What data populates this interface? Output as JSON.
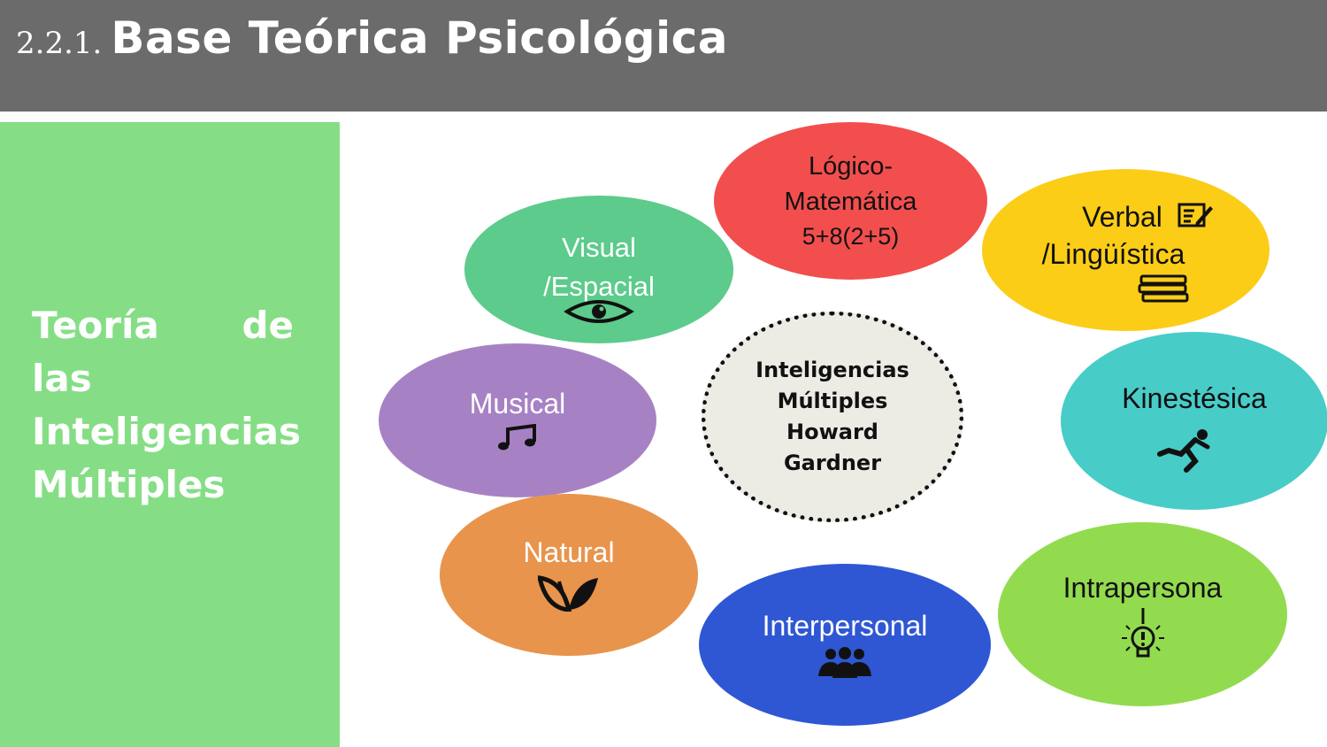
{
  "header": {
    "number": "2.2.1.",
    "title": "Base Teórica Psicológica"
  },
  "side": {
    "line1_word1": "Teoría",
    "line1_word2": "de",
    "line2": "las",
    "line3": "Inteligencias",
    "line4": "Múltiples"
  },
  "center": {
    "line1": "Inteligencias",
    "line2": "Múltiples",
    "line3": "Howard",
    "line4": "Gardner"
  },
  "bubbles": {
    "logico": {
      "line1": "Lógico-",
      "line2": "Matemática",
      "line3": "5+8(2+5)",
      "color": "#f24e4e"
    },
    "verbal": {
      "line1": "Verbal",
      "line2": "/Lingüística",
      "icon": "edit-icon",
      "icon2": "books-icon",
      "color": "#fbcd17"
    },
    "visual": {
      "line1": "Visual",
      "line2": "/Espacial",
      "icon": "eye-icon",
      "color": "#5ccb8b"
    },
    "musical": {
      "label": "Musical",
      "icon": "music-notes-icon",
      "color": "#a682c4"
    },
    "kinestesica": {
      "label": "Kinestésica",
      "icon": "running-person-icon",
      "color": "#48ccc8"
    },
    "natural": {
      "label": "Natural",
      "icon": "leaves-icon",
      "color": "#e8944c"
    },
    "interpersonal": {
      "label": "Interpersonal",
      "icon": "group-icon",
      "color": "#2f57d4"
    },
    "intrapersona": {
      "label": "Intrapersona",
      "icon": "lightbulb-icon",
      "color": "#92db4f"
    }
  },
  "colors": {
    "header_bg": "#6b6b6b",
    "side_bg": "#85de85",
    "center_bg": "#ecebe4"
  }
}
